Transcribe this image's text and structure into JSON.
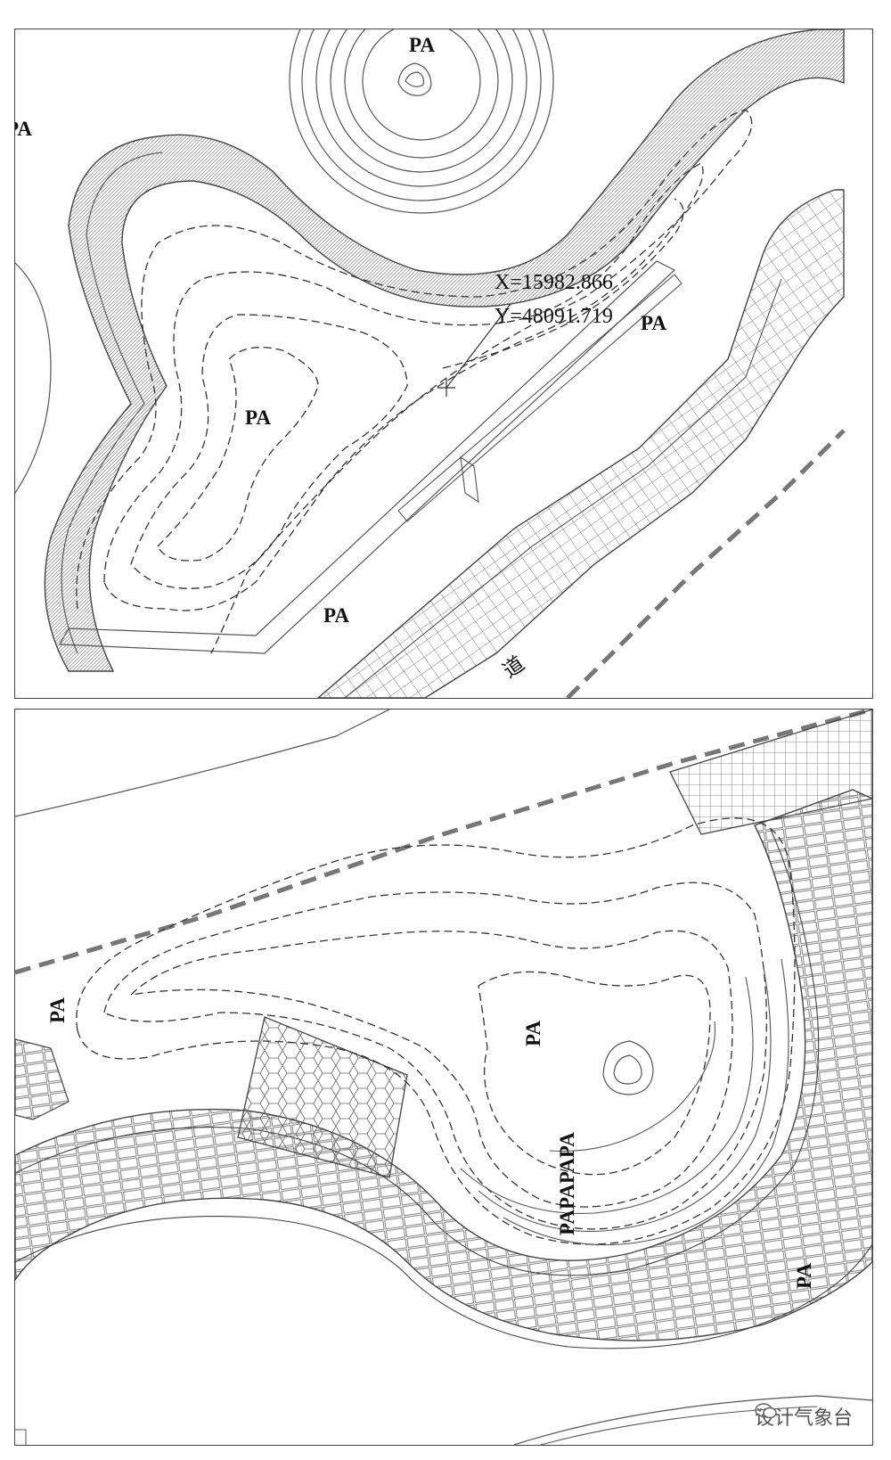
{
  "top_plan": {
    "labels": {
      "pa_top_center": "PA",
      "pa_left_edge": "PA",
      "pa_center": "PA",
      "pa_right": "PA",
      "pa_bottom": "PA"
    },
    "coordinate": {
      "x": "X=15982.866",
      "y": "Y=48091.719"
    },
    "road_text": "道"
  },
  "bottom_plan": {
    "labels": {
      "pa_left": "PA",
      "pa_center": "PA",
      "pa_stack": "PAPAPAPA",
      "pa_right": "PA"
    }
  },
  "watermark": {
    "text": "设计气象台",
    "icon": "wechat-icon"
  }
}
